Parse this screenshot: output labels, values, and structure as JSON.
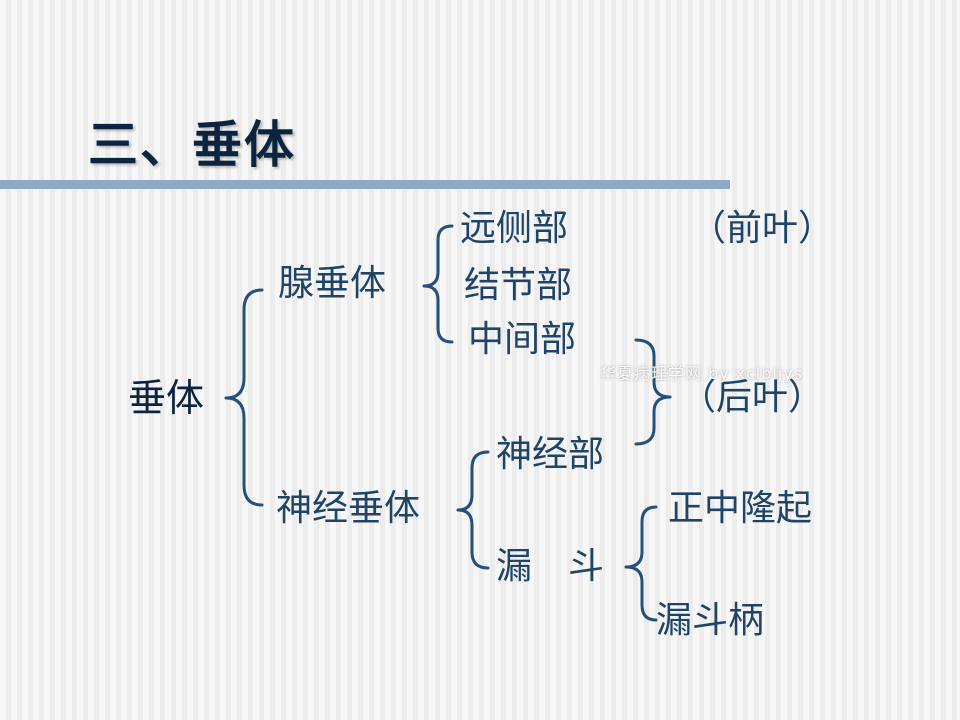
{
  "slide": {
    "title": "三、垂体",
    "watermark": "华夏病理学网 by xclbljys"
  },
  "diagram": {
    "root": "垂体",
    "adeno": {
      "label": "腺垂体",
      "parts": [
        "远侧部",
        "结节部",
        "中间部"
      ],
      "anterior_note": "（前叶）"
    },
    "neuro": {
      "label": "神经垂体",
      "nerve_part": "神经部",
      "infundibulum": "漏　斗",
      "infundibulum_parts": [
        "正中隆起",
        "漏斗柄"
      ]
    },
    "posterior_note": "（后叶）",
    "colors": {
      "text": "#1f4466",
      "title": "#0d2440",
      "rule": "#8fa8c6",
      "brace": "#24507a"
    }
  }
}
